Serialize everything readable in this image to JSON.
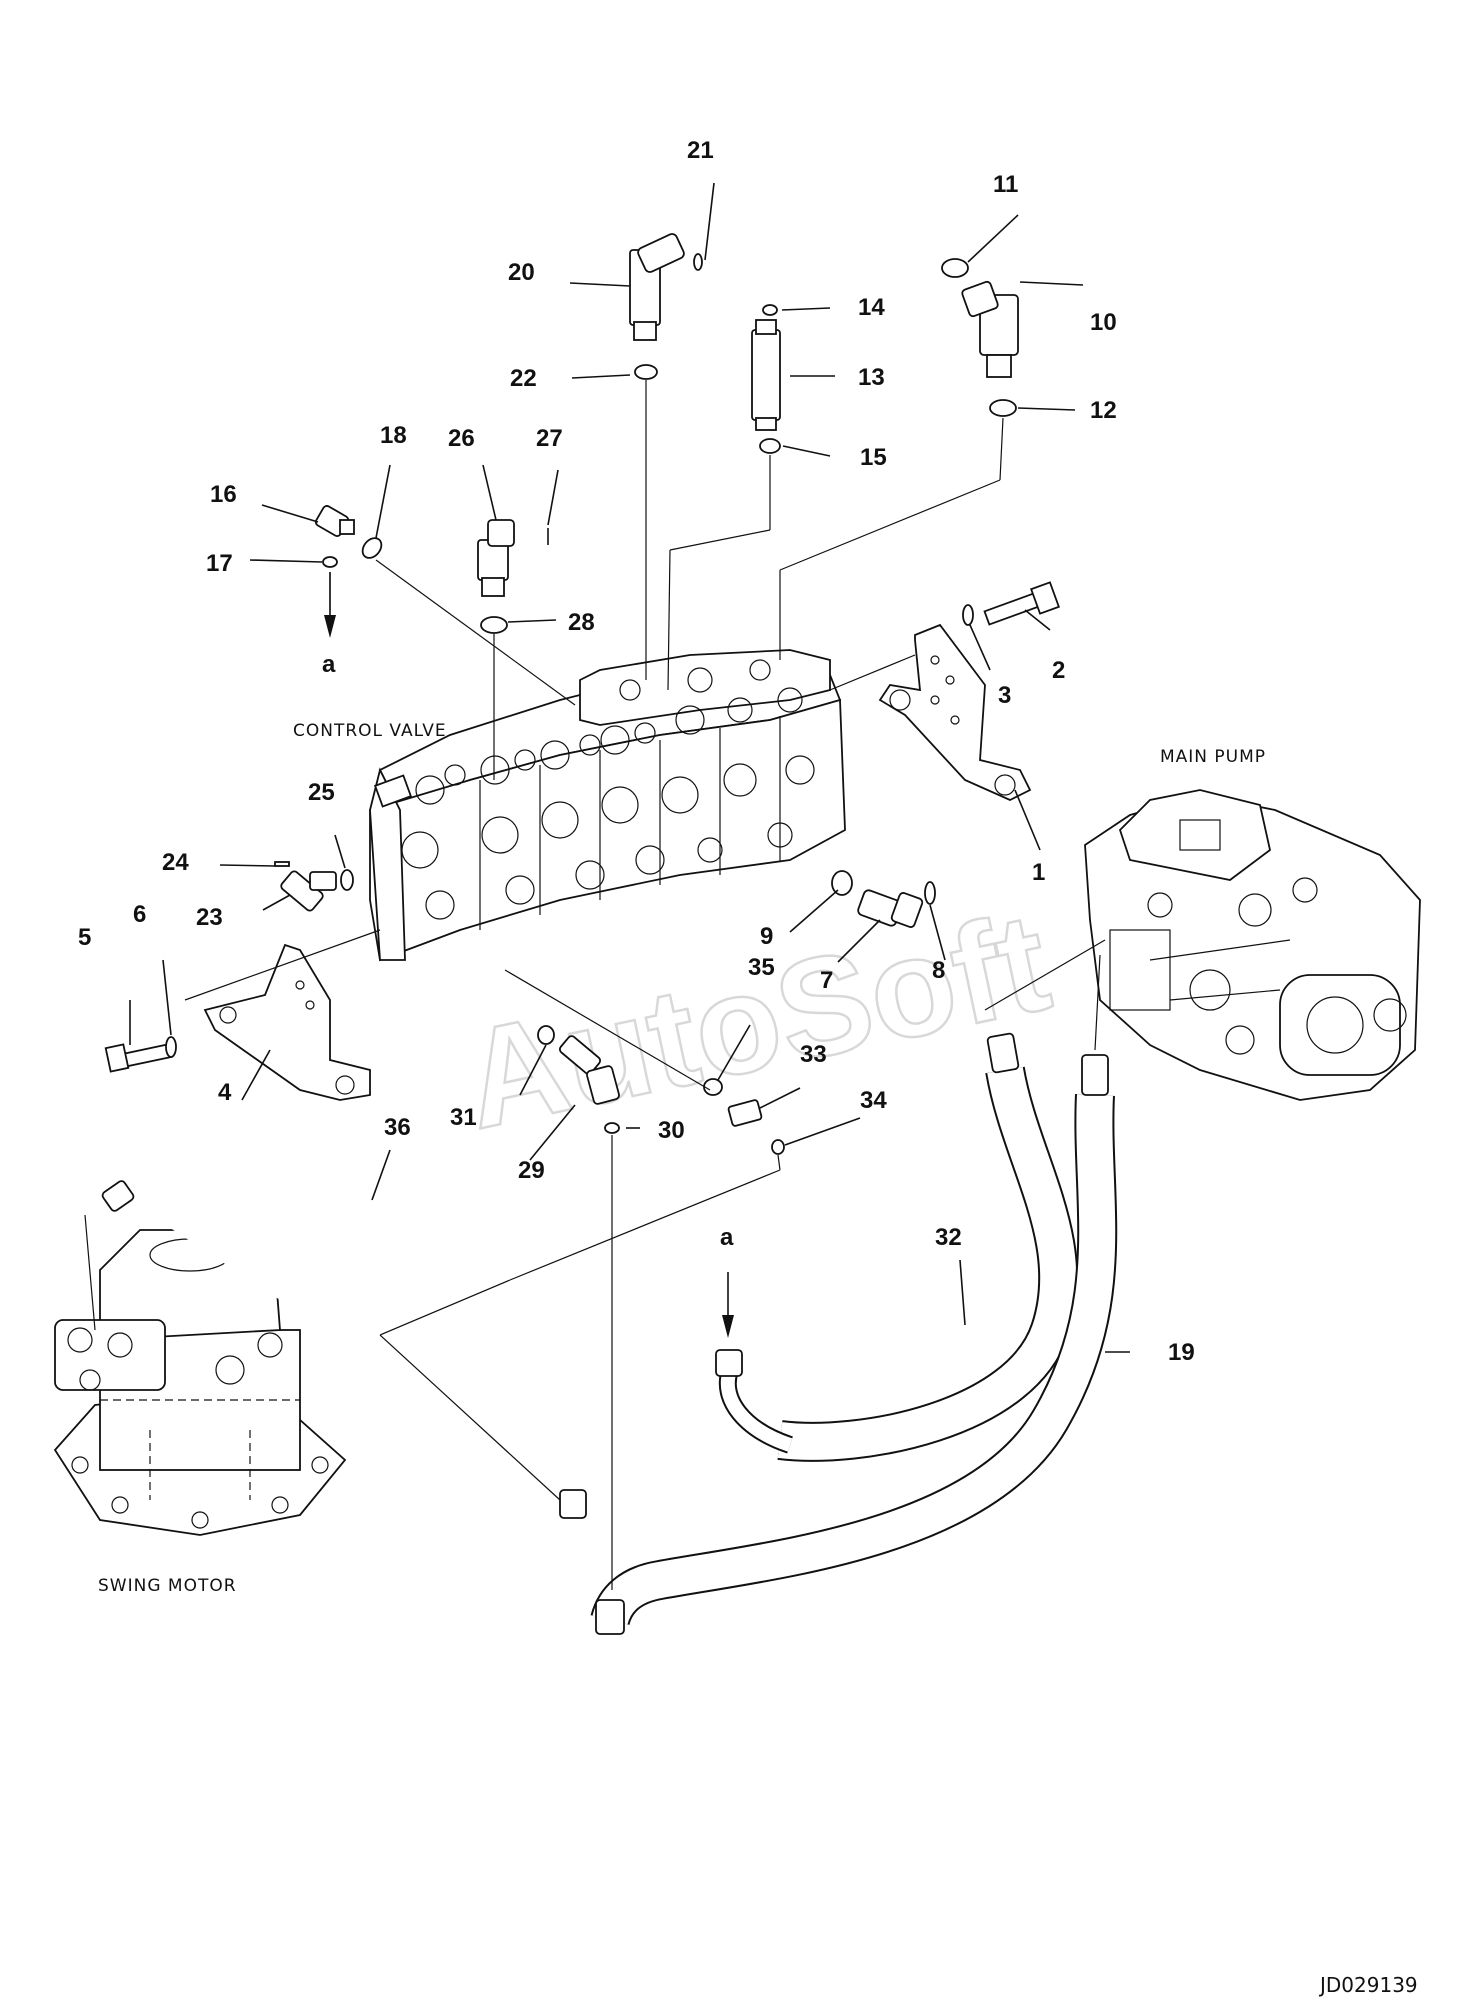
{
  "figure_id": "JD029139",
  "watermark": "AutoSoft",
  "assemblies": {
    "control_valve": "CONTROL VALVE",
    "main_pump": "MAIN PUMP",
    "swing_motor": "SWING MOTOR"
  },
  "callouts": [
    "1",
    "2",
    "3",
    "4",
    "5",
    "6",
    "7",
    "8",
    "9",
    "10",
    "11",
    "12",
    "13",
    "14",
    "15",
    "16",
    "17",
    "18",
    "19",
    "20",
    "21",
    "22",
    "23",
    "24",
    "25",
    "26",
    "27",
    "28",
    "29",
    "30",
    "31",
    "32",
    "33",
    "34",
    "35",
    "36"
  ],
  "ref_marks": [
    "a",
    "a"
  ]
}
